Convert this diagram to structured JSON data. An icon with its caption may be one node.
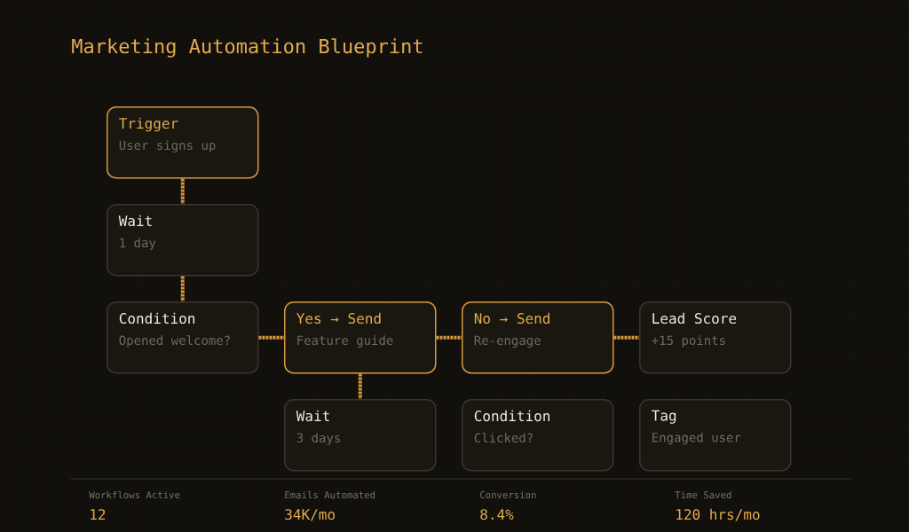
{
  "diagram": {
    "title": "Marketing Automation Blueprint",
    "nodes": [
      {
        "text": [
          "Trigger",
          "User signs up"
        ]
      },
      {
        "text": [
          "Wait",
          "1 day"
        ]
      },
      {
        "text": [
          "Condition",
          "Opened welcome?"
        ]
      },
      {
        "text": [
          "Yes → Send",
          "Feature guide"
        ]
      },
      {
        "text": [
          "No → Send",
          "Re-engage"
        ]
      },
      {
        "text": [
          "Lead Score",
          "+15 points"
        ]
      },
      {
        "text": [
          "Wait",
          "3 days"
        ]
      },
      {
        "text": [
          "Condition",
          "Clicked?"
        ]
      },
      {
        "text": [
          "Tag",
          "Engaged user"
        ]
      }
    ],
    "edges": [
      {
        "from": 0,
        "to": 1,
        "arrow": "none"
      },
      {
        "from": 1,
        "to": 2,
        "arrow": "none"
      },
      {
        "from": 2,
        "to": 3,
        "arrow": "none"
      },
      {
        "from": 3,
        "to": 4,
        "arrow": "none"
      },
      {
        "from": 4,
        "to": 5,
        "arrow": "none"
      },
      {
        "from": 3,
        "to": 6,
        "arrow": "none"
      }
    ],
    "labels": [
      "Workflows Active",
      "12",
      "Emails Automated",
      "34K/mo",
      "Conversion",
      "8.4%",
      "Time Saved",
      "120 hrs/mo"
    ]
  }
}
